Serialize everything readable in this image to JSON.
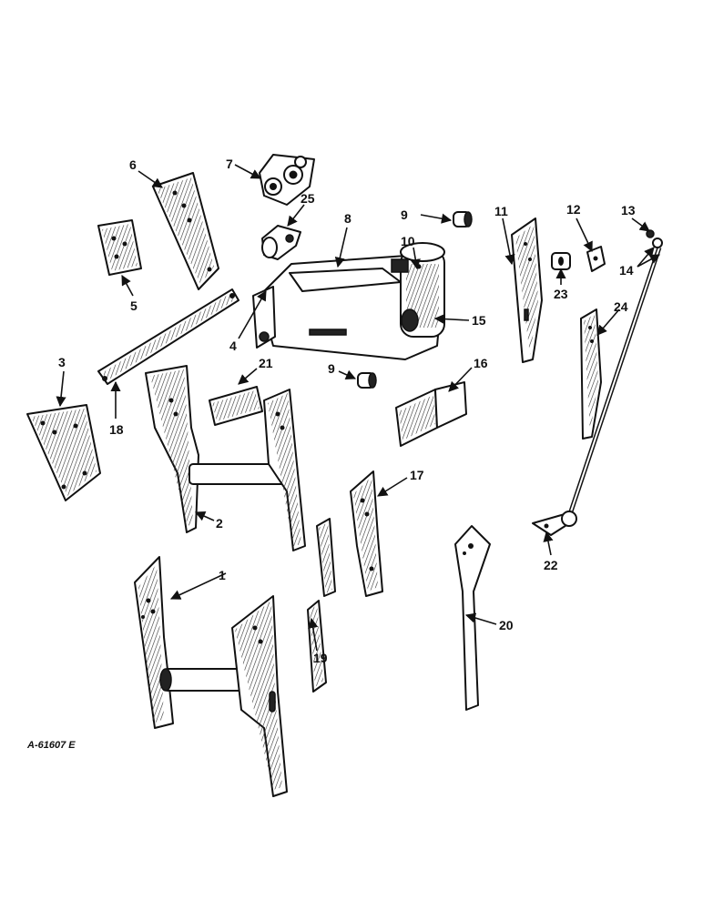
{
  "figure_id": "A-61607 E",
  "callouts": [
    "1",
    "2",
    "3",
    "4",
    "5",
    "6",
    "7",
    "8",
    "9",
    "9",
    "10",
    "11",
    "12",
    "13",
    "14",
    "15",
    "16",
    "17",
    "18",
    "19",
    "20",
    "21",
    "22",
    "23",
    "24",
    "25"
  ]
}
